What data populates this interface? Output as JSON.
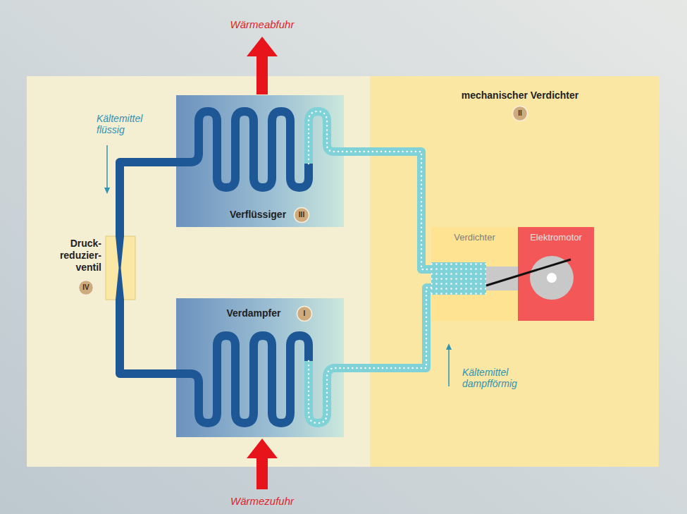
{
  "diagram": {
    "nodes": [
      {
        "text": [
          "Verflüssiger"
        ]
      },
      {
        "text": [
          "III"
        ],
        "in": 0
      },
      {
        "text": [
          "Druck- reduzier- ventil"
        ]
      },
      {
        "text": [
          "IV"
        ]
      },
      {
        "text": [
          "Verdampfer"
        ]
      },
      {
        "text": [
          "I"
        ],
        "in": 4
      },
      {
        "text": [
          "mechanischer Verdichter"
        ]
      },
      {
        "text": [
          "II"
        ],
        "in": 6
      },
      {
        "text": [
          "Verdichter"
        ],
        "in": 6
      },
      {
        "text": [
          "Elektromotor"
        ],
        "in": 6
      }
    ],
    "edges": [
      {
        "from": 0,
        "to": 2,
        "arrow": "none"
      },
      {
        "from": 2,
        "to": 4,
        "arrow": "none"
      },
      {
        "from": 4,
        "to": 8,
        "arrow": "none"
      },
      {
        "from": 8,
        "to": 0,
        "arrow": "none"
      }
    ],
    "labels": [
      "Wärmeabfuhr",
      "Kältemittel flüssig",
      "Kältemittel dampfförmig",
      "Wärmezufuhr"
    ]
  }
}
